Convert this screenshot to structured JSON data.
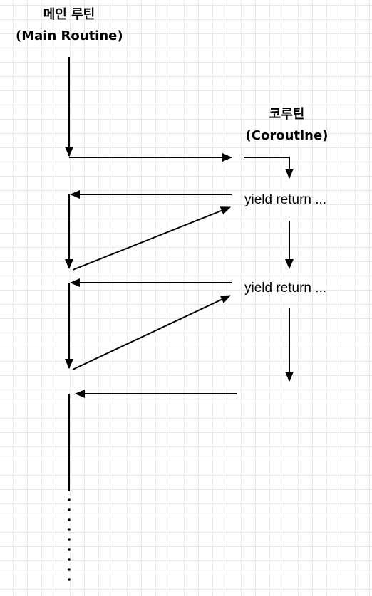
{
  "main_routine": {
    "title_ko": "메인 루틴",
    "title_en": "(Main Routine)"
  },
  "coroutine": {
    "title_ko": "코루틴",
    "title_en": "(Coroutine)"
  },
  "yields": [
    {
      "text": "yield return ..."
    },
    {
      "text": "yield return ..."
    }
  ],
  "colors": {
    "line": "#000000",
    "grid": "#e9e9e9",
    "background": "#ffffff"
  }
}
